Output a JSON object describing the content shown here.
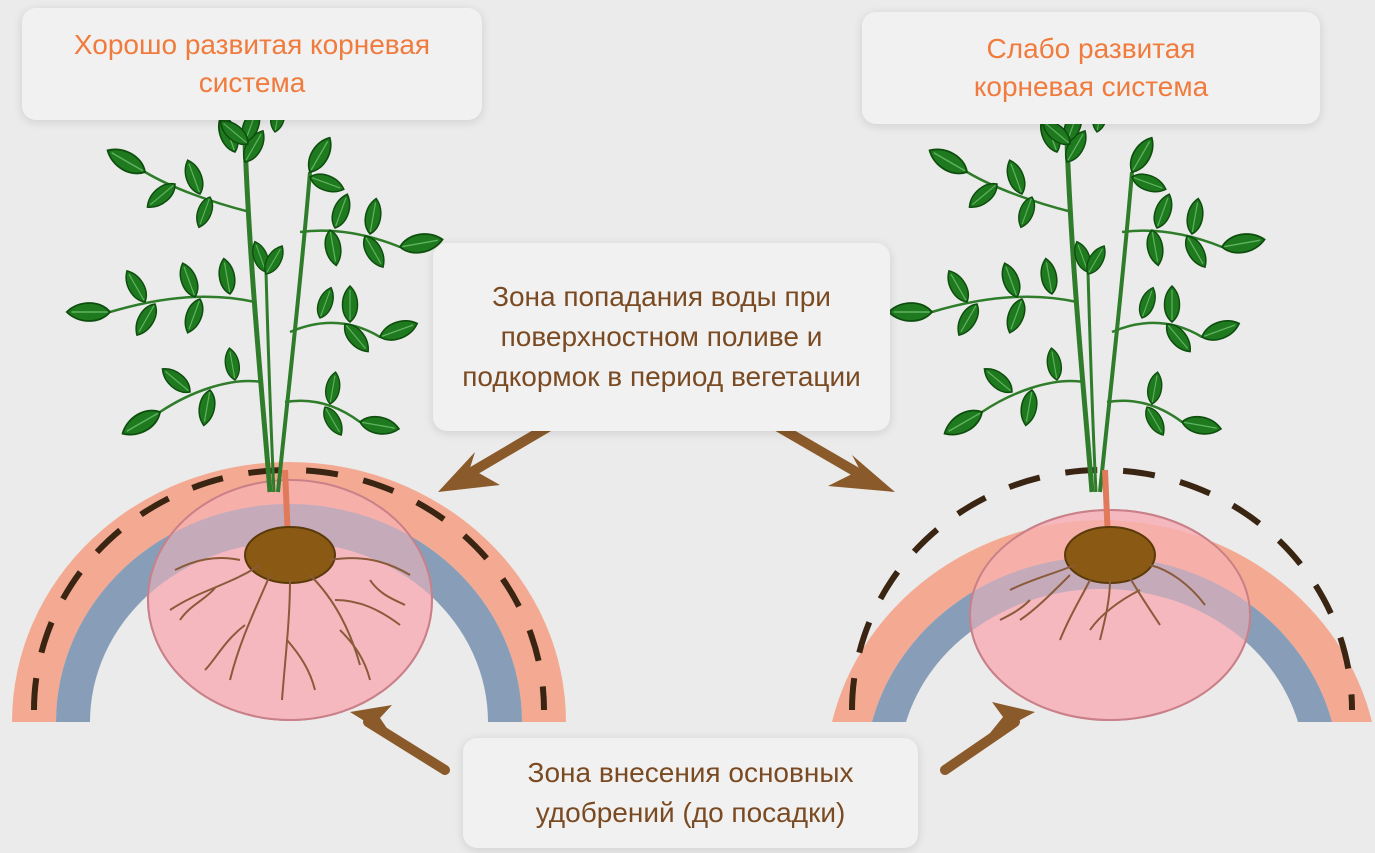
{
  "labels": {
    "good_root_system": [
      "Хорошо развитая корневая",
      "система"
    ],
    "weak_root_system": [
      "Слабо развитая",
      "корневая система"
    ],
    "watering_zone": [
      "Зона попадания воды при",
      "поверхностном поливе и",
      "подкормок в период вегетации"
    ],
    "fertilizer_zone": [
      "Зона внесения основных",
      "удобрений (до посадки)"
    ]
  },
  "colors": {
    "background": "#ebebeb",
    "title_orange": "#f07b3d",
    "text_brown": "#7a4a22",
    "outer_arc": "#f4a48a",
    "inner_arc": "#7f97b3",
    "root_zone": "#f6b8bf",
    "tuber": "#8a5a14",
    "leaf": "#1f7a1f",
    "arrow": "#8a5a2b"
  }
}
